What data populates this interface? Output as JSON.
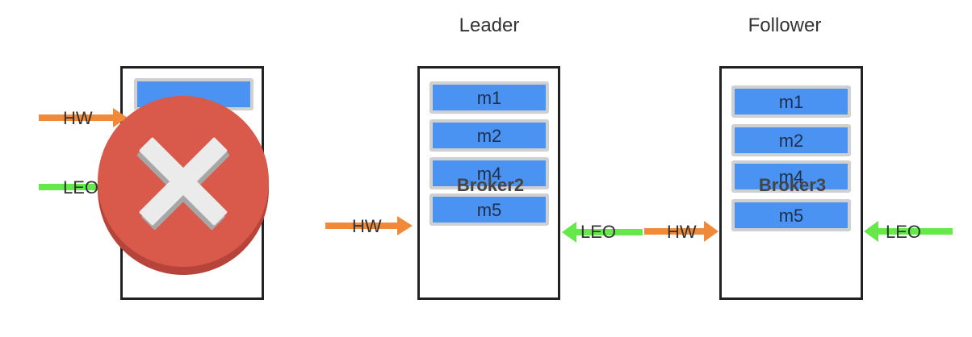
{
  "roles": {
    "leader": "Leader",
    "follower": "Follower"
  },
  "broker1": {
    "hw_label": "HW",
    "leo_label": "LEO",
    "status_icon": "x-circle-icon"
  },
  "broker2": {
    "name": "Broker2",
    "messages": [
      "m1",
      "m2",
      "m4",
      "m5"
    ],
    "hw_label": "HW",
    "leo_label": "LEO"
  },
  "broker3": {
    "name": "Broker3",
    "messages": [
      "m1",
      "m2",
      "m4",
      "m5"
    ],
    "hw_label": "HW",
    "leo_label": "LEO"
  },
  "colors": {
    "hw_arrow": "#f08a3a",
    "leo_arrow": "#66e84a",
    "message": "#4a93f3",
    "error": "#d9594a"
  }
}
